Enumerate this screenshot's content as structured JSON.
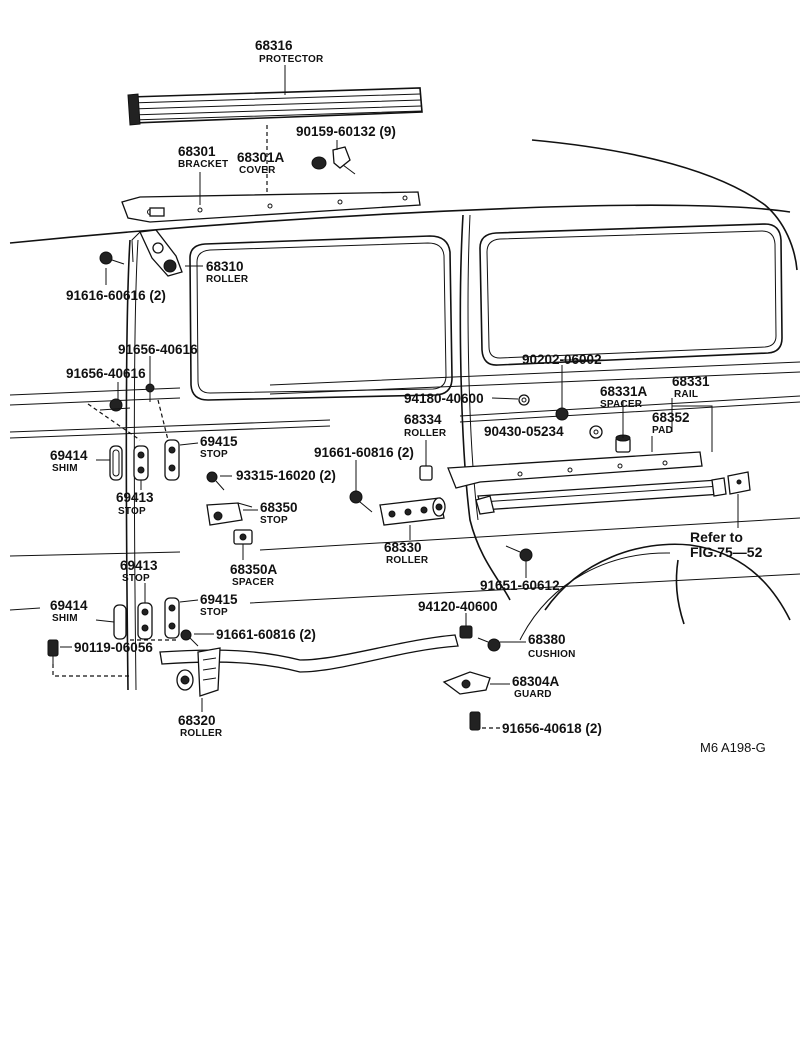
{
  "labels": {
    "protector_pn": "68316",
    "protector_nm": "PROTECTOR",
    "screw9_pn": "90159-60132 (9)",
    "bracket_pn": "68301",
    "bracket_nm": "BRACKET",
    "cover_pn": "68301A",
    "cover_nm": "COVER",
    "roller_top_pn": "68310",
    "roller_top_nm": "ROLLER",
    "bolt_616_pn": "91616-60616 (2)",
    "bolt_656a_pn": "91656-40616",
    "bolt_656b_pn": "91656-40616",
    "stop415a_pn": "69415",
    "stop415a_nm": "STOP",
    "shim414a_pn": "69414",
    "shim414a_nm": "SHIM",
    "stop413a_pn": "69413",
    "stop413a_nm": "STOP",
    "screw315_pn": "93315-16020 (2)",
    "stop350_pn": "68350",
    "stop350_nm": "STOP",
    "spacer350a_pn": "68350A",
    "spacer350a_nm": "SPACER",
    "stop413b_pn": "69413",
    "stop413b_nm": "STOP",
    "stop415b_pn": "69415",
    "stop415b_nm": "STOP",
    "shim414b_pn": "69414",
    "shim414b_nm": "SHIM",
    "bolt_056_pn": "90119-06056",
    "bolt_661b_pn": "91661-60816 (2)",
    "roller320_pn": "68320",
    "roller320_nm": "ROLLER",
    "nut_002_pn": "90202-06002",
    "nut_180_pn": "94180-40600",
    "spacer331a_pn": "68331A",
    "spacer331a_nm": "SPACER",
    "rail_pn": "68331",
    "rail_nm": "RAIL",
    "pad_pn": "68352",
    "pad_nm": "PAD",
    "roller334_pn": "68334",
    "roller334_nm": "ROLLER",
    "washer_234_pn": "90430-05234",
    "bolt_661a_pn": "91661-60816 (2)",
    "roller330_pn": "68330",
    "roller330_nm": "ROLLER",
    "bolt_612_pn": "91651-60612",
    "refer_line1": "Refer to",
    "refer_line2": "FIG.75—52",
    "nut_120_pn": "94120-40600",
    "cushion_pn": "68380",
    "cushion_nm": "CUSHION",
    "guard_pn": "68304A",
    "guard_nm": "GUARD",
    "bolt_618_pn": "91656-40618 (2)",
    "figure_code": "M6  A198-G"
  }
}
